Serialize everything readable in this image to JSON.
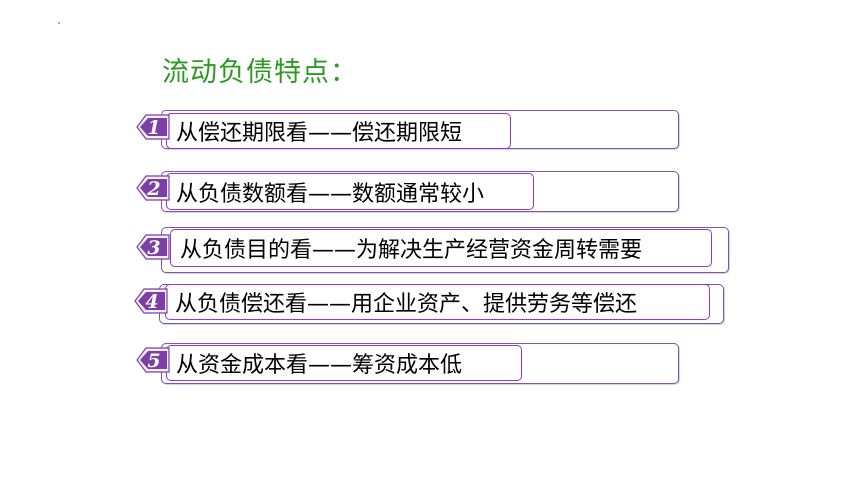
{
  "slide": {
    "title": "流动负债特点：",
    "items": [
      {
        "number": "1",
        "text": "从偿还期限看——偿还期限短"
      },
      {
        "number": "2",
        "text": "从负债数额看——数额通常较小"
      },
      {
        "number": "3",
        "text": "从负债目的看——为解决生产经营资金周转需要"
      },
      {
        "number": "4",
        "text": "从负债偿还看——用企业资产、提供劳务等偿还"
      },
      {
        "number": "5",
        "text": "从资金成本看——筹资成本低"
      }
    ]
  },
  "colors": {
    "title": "#2a9a22",
    "badge_fill": "#7b3fa6",
    "outer_border": "#7a5aa0",
    "inner_border": "#9a35c9"
  }
}
